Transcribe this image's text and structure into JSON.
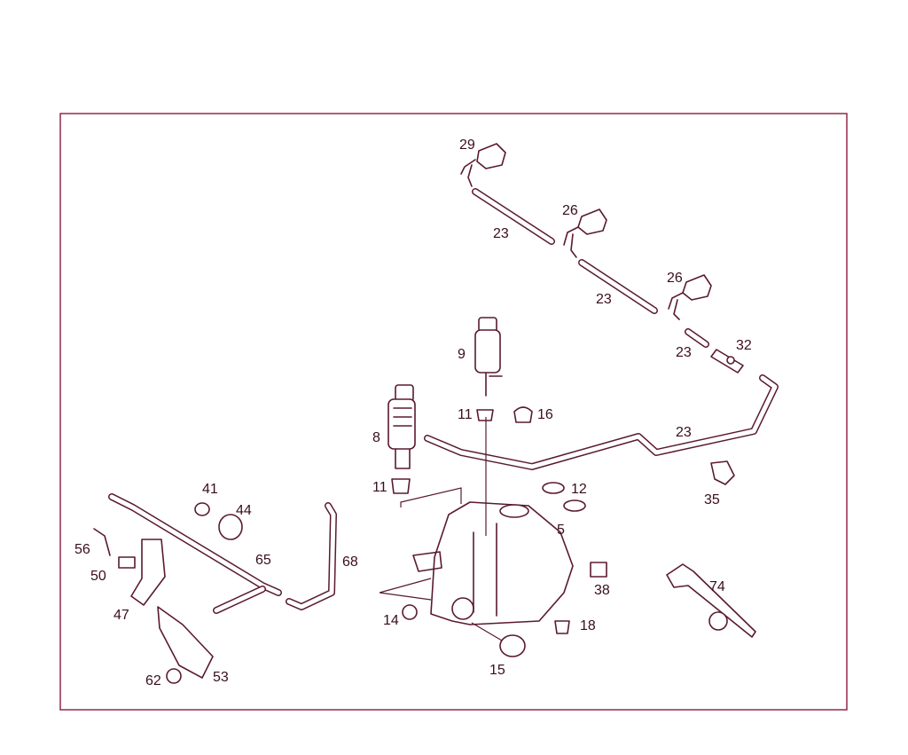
{
  "labels": {
    "l29": "29",
    "l26a": "26",
    "l26b": "26",
    "l23a": "23",
    "l23b": "23",
    "l23c": "23",
    "l23d": "23",
    "l32": "32",
    "l9": "9",
    "l11a": "11",
    "l16": "16",
    "l8": "8",
    "l11b": "11",
    "l12": "12",
    "l35": "35",
    "l41": "41",
    "l44": "44",
    "l56": "56",
    "l65": "65",
    "l68": "68",
    "l50": "50",
    "l5": "5",
    "l38": "38",
    "l74": "74",
    "l47": "47",
    "l14": "14",
    "l18": "18",
    "l62": "62",
    "l53": "53",
    "l15": "15"
  },
  "colors": {
    "frame": "#8b1a3a",
    "ink": "#5a1a2e",
    "label": "#3a0d1f"
  }
}
